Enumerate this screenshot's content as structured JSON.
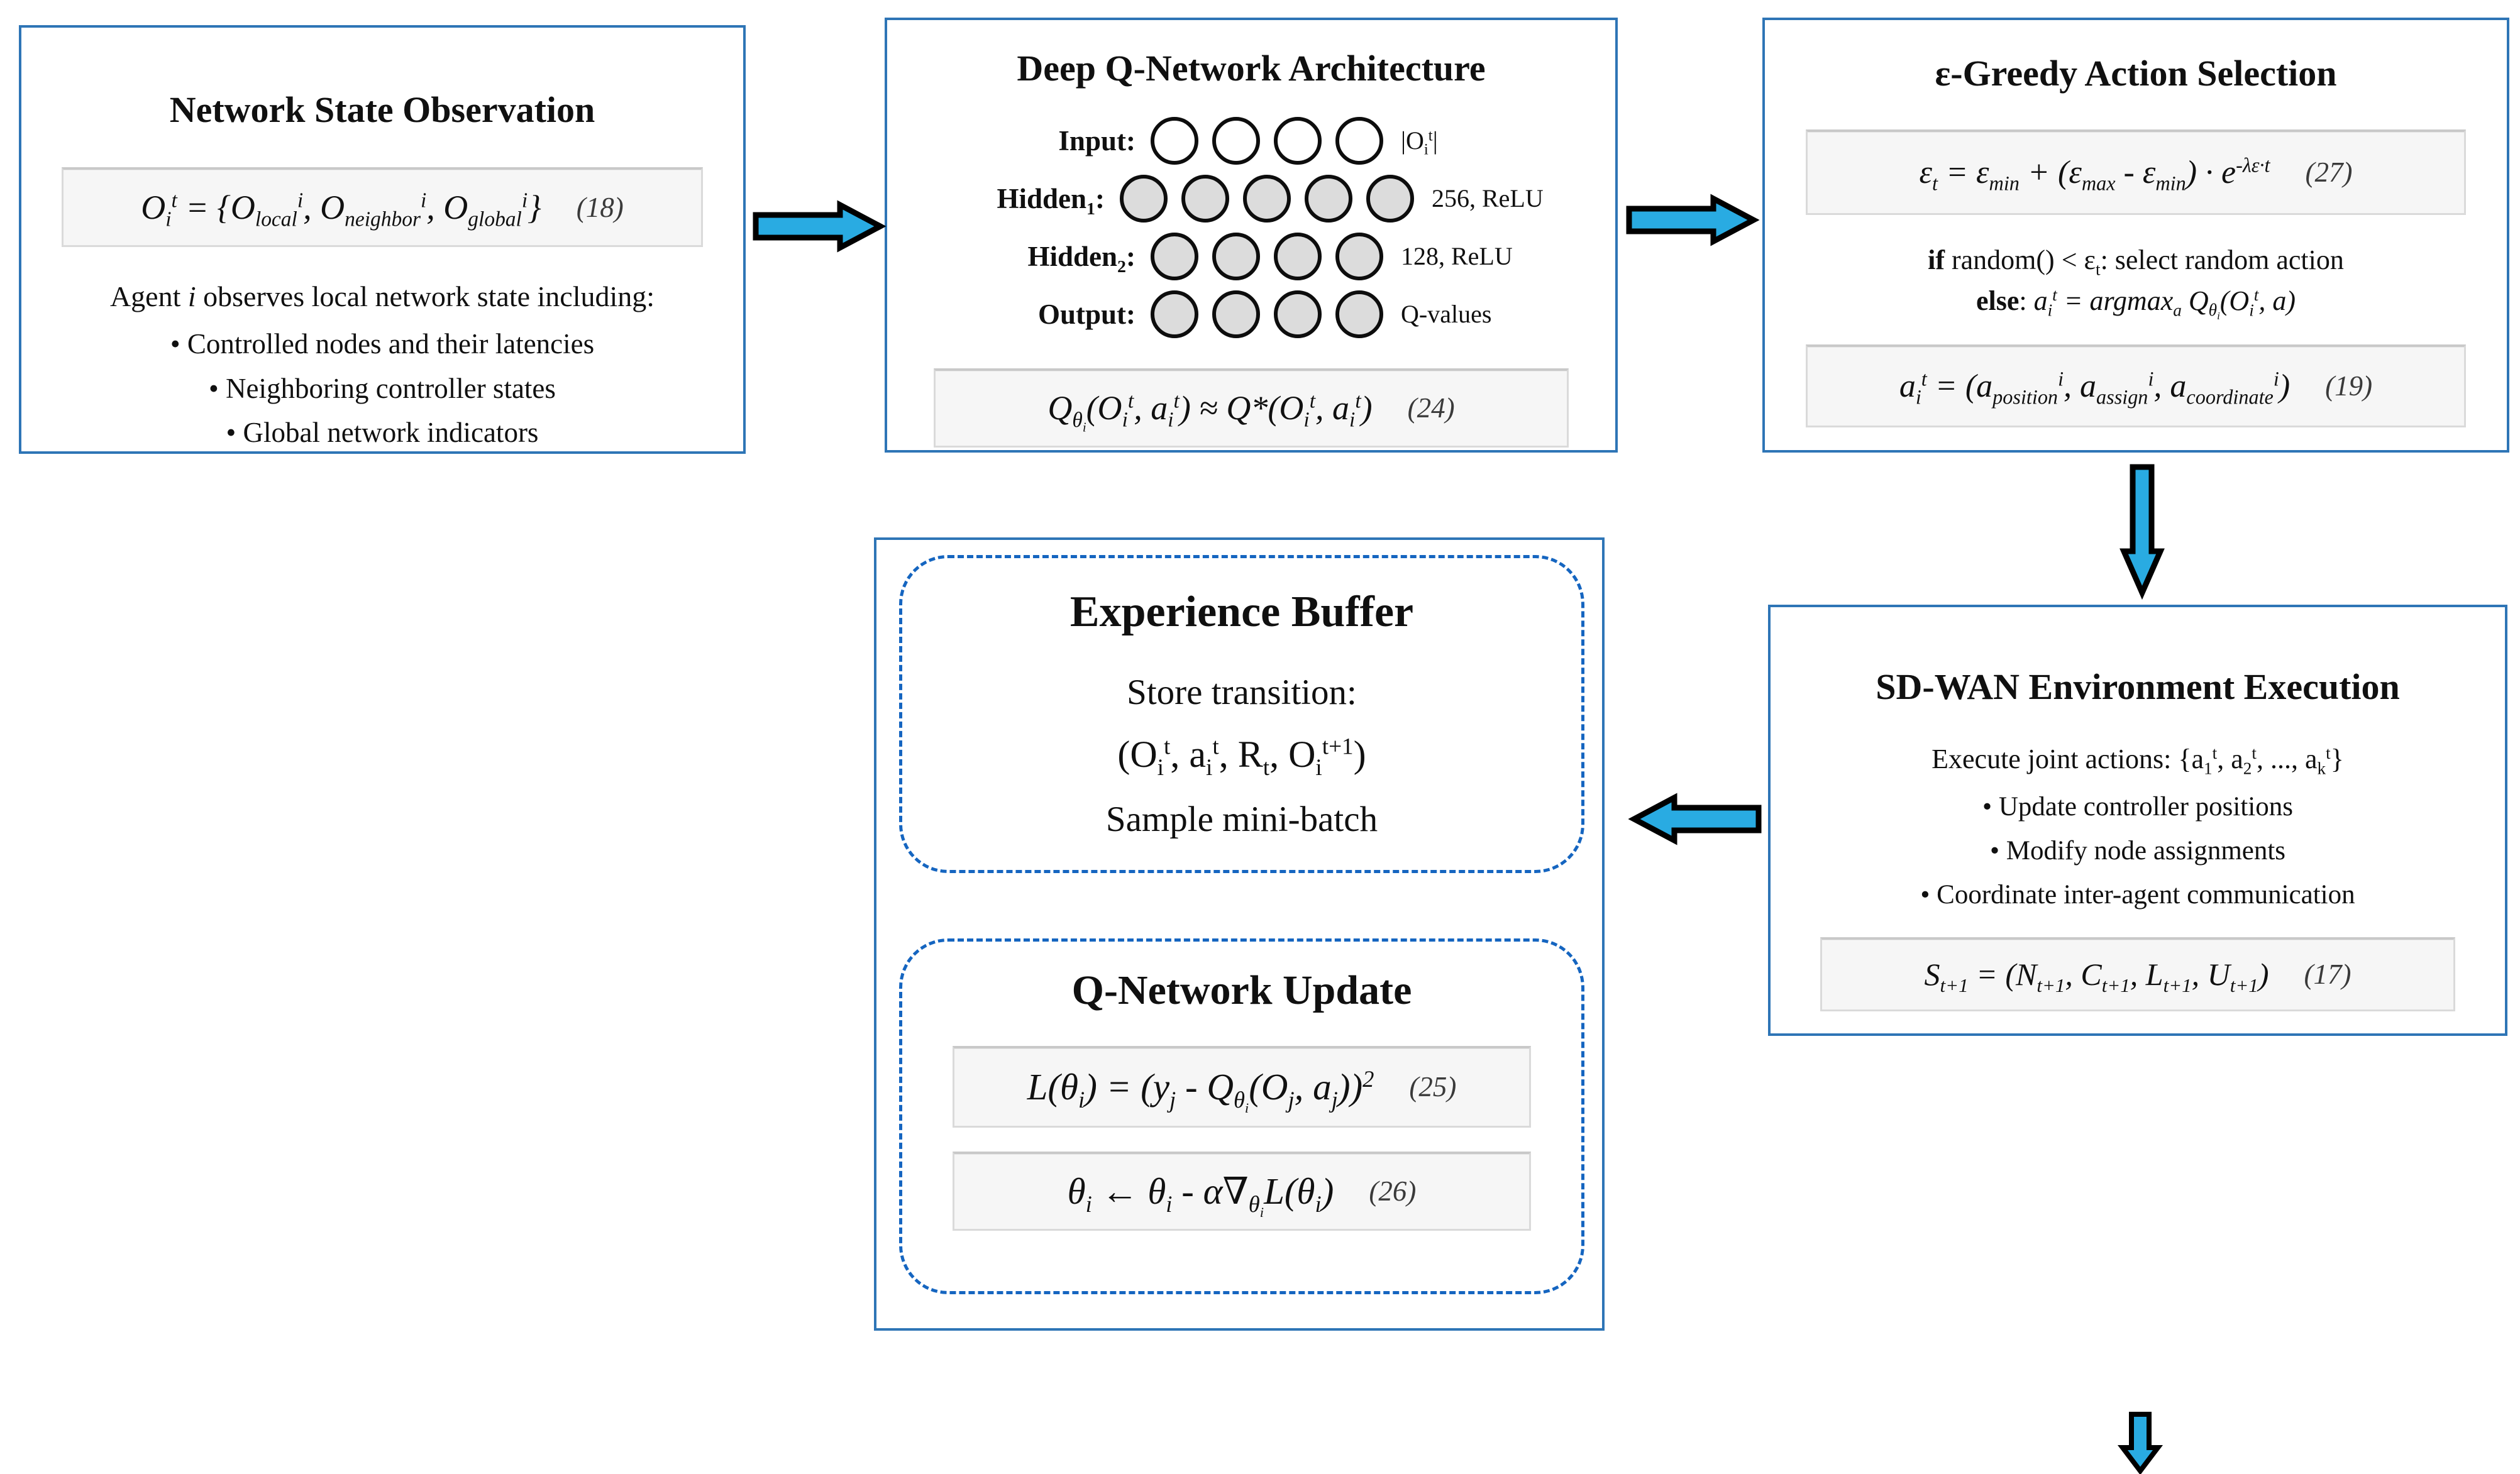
{
  "colors": {
    "box_border": "#2E75B6",
    "dashed_border": "#1565C0",
    "arrow_fill": "#29ABE2",
    "arrow_outline": "#000000",
    "formula_bg": "#F6F6F6",
    "formula_border": "#C9C9C9",
    "neuron_gray": "#DCDCDC",
    "neuron_white": "#FFFFFF"
  },
  "nodes": {
    "observation": {
      "title": "Network State Observation",
      "formula_html": "O<sub>i</sub><sup>t</sup> = {O<sub>local</sub><sup>i</sup>, O<sub>neighbor</sub><sup>i</sup>, O<sub>global</sub><sup>i</sup>}",
      "eq": "(18)",
      "desc_html": "Agent <i>i</i> observes local network state including:",
      "bullets": [
        "• Controlled nodes and their latencies",
        "• Neighboring controller states",
        "• Global network indicators"
      ]
    },
    "dqn": {
      "title": "Deep Q-Network Architecture",
      "layers": [
        {
          "name": "input",
          "label_html": "<b>Input:</b>",
          "count": 4,
          "fill": "white",
          "note_html": "|O<sub>i</sub><sup>t</sup>|"
        },
        {
          "name": "hidden1",
          "label_html": "<b>Hidden<sub>1</sub>:</b>",
          "count": 5,
          "fill": "gray",
          "note_html": "256, ReLU"
        },
        {
          "name": "hidden2",
          "label_html": "<b>Hidden<sub>2</sub>:</b>",
          "count": 4,
          "fill": "gray",
          "note_html": "128, ReLU"
        },
        {
          "name": "output",
          "label_html": "<b>Output:</b>",
          "count": 4,
          "fill": "gray",
          "note_html": "Q-values"
        }
      ],
      "formula_html": "Q<sub>θ<sub>i</sub></sub>(O<sub>i</sub><sup>t</sup>, a<sub>i</sub><sup>t</sup>) ≈ Q*(O<sub>i</sub><sup>t</sup>, a<sub>i</sub><sup>t</sup>)",
      "eq": "(24)"
    },
    "egreedy": {
      "title": "ε-Greedy Action Selection",
      "formula_html": "ε<sub>t</sub> = ε<sub>min</sub> + (ε<sub>max</sub> - ε<sub>min</sub>) · e<sup>-λε·t</sup>",
      "eq": "(27)",
      "if_html": "<b>if</b> random() &lt; ε<sub>t</sub>: select random action",
      "else_html": "<b>else</b>: <i>a<sub>i</sub><sup>t</sup> = argmax<sub>a</sub> Q<sub>θ<sub>i</sub></sub>(O<sub>i</sub><sup>t</sup>, a)</i>",
      "formula2_html": "a<sub>i</sub><sup>t</sup> = (a<sub>position</sub><sup>i</sup>, a<sub>assign</sub><sup>i</sup>, a<sub>coordinate</sub><sup>i</sup>)",
      "eq2": "(19)"
    },
    "environment": {
      "title": "SD-WAN Environment Execution",
      "exec_html": "Execute joint actions: {a<sub>1</sub><sup>t</sup>, a<sub>2</sub><sup>t</sup>, ..., a<sub>k</sub><sup>t</sup>}",
      "bullets": [
        "• Update controller positions",
        "• Modify node assignments",
        "• Coordinate inter-agent communication"
      ],
      "formula_html": "S<sub>t+1</sub> = (N<sub>t+1</sub>, C<sub>t+1</sub>, L<sub>t+1</sub>, U<sub>t+1</sub>)",
      "eq": "(17)"
    },
    "buffer": {
      "title": "Experience Buffer",
      "store_line": "Store transition:",
      "tuple_html": "(O<sub>i</sub><sup>t</sup>, a<sub>i</sub><sup>t</sup>, R<sub>t</sub>, O<sub>i</sub><sup>t+1</sup>)",
      "sample_line": "Sample mini-batch"
    },
    "update": {
      "title": "Q-Network Update",
      "formula25_html": "L(θ<sub>i</sub>) = (y<sub>j</sub> - Q<sub>θ<sub>i</sub></sub>(O<sub>j</sub>, a<sub>j</sub>))<sup>2</sup>",
      "eq25": "(25)",
      "formula26_html": "θ<sub>i</sub> ← θ<sub>i</sub> - α∇<sub>θ<sub>i</sub></sub>L(θ<sub>i</sub>)",
      "eq26": "(26)"
    }
  }
}
